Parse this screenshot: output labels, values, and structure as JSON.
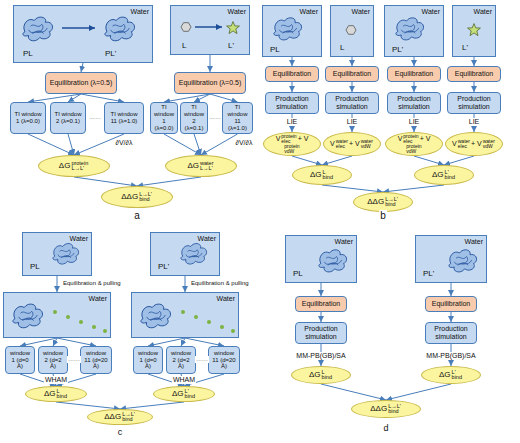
{
  "diagram": {
    "nodes": [
      {
        "text": [
          "Water",
          "PL",
          "PL'"
        ]
      },
      {
        "text": [
          "Water",
          "L",
          "L'"
        ]
      },
      {
        "text": [
          "Equilibration (λ=0.5)"
        ]
      },
      {
        "text": [
          "Equilibration (λ=0.5)"
        ]
      },
      {
        "text": [
          "TI window 1 (λ=0.0)"
        ]
      },
      {
        "text": [
          "TI window 2 (λ=0.1)"
        ]
      },
      {
        "text": [
          "TI window 11 (λ=1.0)"
        ]
      },
      {
        "text": [
          "TI window 1 (λ=0.0)"
        ]
      },
      {
        "text": [
          "TI window 2 (λ=0.1)"
        ]
      },
      {
        "text": [
          "TI window 11 (λ=1.0)"
        ]
      },
      {
        "text": [
          "ΔG",
          "protein",
          "L→L'"
        ]
      },
      {
        "text": [
          "ΔG",
          "water",
          "L→L'"
        ]
      },
      {
        "text": [
          "ΔΔG",
          "L→L'",
          "bind"
        ]
      },
      {
        "text": [
          "Water",
          "PL"
        ]
      },
      {
        "text": [
          "Water",
          "L"
        ]
      },
      {
        "text": [
          "Water",
          "PL'"
        ]
      },
      {
        "text": [
          "Water",
          "L'"
        ]
      },
      {
        "text": [
          "Equilibration"
        ]
      },
      {
        "text": [
          "Equilibration"
        ]
      },
      {
        "text": [
          "Equilibration"
        ]
      },
      {
        "text": [
          "Equilibration"
        ]
      },
      {
        "text": [
          "Production simulation"
        ]
      },
      {
        "text": [
          "Production simulation"
        ]
      },
      {
        "text": [
          "Production simulation"
        ]
      },
      {
        "text": [
          "Production simulation"
        ]
      },
      {
        "text": [
          "V",
          "protein",
          "elec",
          "+ V",
          "protein",
          "vdW"
        ]
      },
      {
        "text": [
          "V",
          "water",
          "elec",
          "+ V",
          "water",
          "vdW"
        ]
      },
      {
        "text": [
          "V",
          "protein",
          "elec",
          "+ V",
          "protein",
          "vdW"
        ]
      },
      {
        "text": [
          "V",
          "water",
          "elec",
          "+ V",
          "water",
          "vdW"
        ]
      },
      {
        "text": [
          "ΔG",
          "L",
          "bind"
        ]
      },
      {
        "text": [
          "ΔG",
          "L'",
          "bind"
        ]
      },
      {
        "text": [
          "ΔΔG",
          "L→L'",
          "bind"
        ]
      },
      {
        "text": [
          "Water",
          "PL"
        ]
      },
      {
        "text": [
          "Water",
          "PL'"
        ]
      },
      {
        "text": [
          "Water"
        ]
      },
      {
        "text": [
          "Water"
        ]
      },
      {
        "text": [
          "window 1 (d=0 Å)"
        ]
      },
      {
        "text": [
          "window 2 (d=2 Å)"
        ]
      },
      {
        "text": [
          "window 11 (d=20 Å)"
        ]
      },
      {
        "text": [
          "window 1 (d=0 Å)"
        ]
      },
      {
        "text": [
          "window 2 (d=2 Å)"
        ]
      },
      {
        "text": [
          "window 11 (d=20 Å)"
        ]
      },
      {
        "text": [
          "ΔG",
          "L",
          "bind"
        ]
      },
      {
        "text": [
          "ΔG",
          "L'",
          "bind"
        ]
      },
      {
        "text": [
          "ΔΔG",
          "L→L'",
          "bind"
        ]
      },
      {
        "text": [
          "Water",
          "PL"
        ]
      },
      {
        "text": [
          "Water",
          "PL'"
        ]
      },
      {
        "text": [
          "Equilibration"
        ]
      },
      {
        "text": [
          "Equilibration"
        ]
      },
      {
        "text": [
          "Production simulation"
        ]
      },
      {
        "text": [
          "Production simulation"
        ]
      },
      {
        "text": [
          "ΔG",
          "L",
          "bind"
        ]
      },
      {
        "text": [
          "ΔG",
          "L'",
          "bind"
        ]
      },
      {
        "text": [
          "ΔΔG",
          "L→L'",
          "bind"
        ]
      }
    ],
    "edges": [
      {
        "from": 0,
        "to": 2,
        "arrow": "to"
      },
      {
        "from": 1,
        "to": 3,
        "arrow": "to"
      },
      {
        "from": 2,
        "to": 4,
        "arrow": "to"
      },
      {
        "from": 2,
        "to": 5,
        "arrow": "to"
      },
      {
        "from": 2,
        "to": 6,
        "arrow": "to"
      },
      {
        "from": 3,
        "to": 7,
        "arrow": "to"
      },
      {
        "from": 3,
        "to": 8,
        "arrow": "to"
      },
      {
        "from": 3,
        "to": 9,
        "arrow": "to"
      },
      {
        "from": 4,
        "to": 10,
        "arrow": "to"
      },
      {
        "from": 5,
        "to": 10,
        "arrow": "to"
      },
      {
        "from": 6,
        "to": 10,
        "arrow": "to"
      },
      {
        "from": 7,
        "to": 11,
        "arrow": "to"
      },
      {
        "from": 8,
        "to": 11,
        "arrow": "to"
      },
      {
        "from": 9,
        "to": 11,
        "arrow": "to"
      },
      {
        "from": 10,
        "to": 12,
        "arrow": "to"
      },
      {
        "from": 11,
        "to": 12,
        "arrow": "to"
      },
      {
        "from": 13,
        "to": 17,
        "arrow": "to"
      },
      {
        "from": 14,
        "to": 18,
        "arrow": "to"
      },
      {
        "from": 15,
        "to": 19,
        "arrow": "to"
      },
      {
        "from": 16,
        "to": 20,
        "arrow": "to"
      },
      {
        "from": 17,
        "to": 21,
        "arrow": "to"
      },
      {
        "from": 18,
        "to": 22,
        "arrow": "to"
      },
      {
        "from": 19,
        "to": 23,
        "arrow": "to"
      },
      {
        "from": 20,
        "to": 24,
        "arrow": "to"
      },
      {
        "from": 21,
        "to": 25,
        "arrow": "to"
      },
      {
        "from": 22,
        "to": 26,
        "arrow": "to"
      },
      {
        "from": 23,
        "to": 27,
        "arrow": "to"
      },
      {
        "from": 24,
        "to": 28,
        "arrow": "to"
      },
      {
        "from": 25,
        "to": 29,
        "arrow": "to"
      },
      {
        "from": 26,
        "to": 29,
        "arrow": "to"
      },
      {
        "from": 27,
        "to": 30,
        "arrow": "to"
      },
      {
        "from": 28,
        "to": 30,
        "arrow": "to"
      },
      {
        "from": 29,
        "to": 31,
        "arrow": "to"
      },
      {
        "from": 30,
        "to": 31,
        "arrow": "to"
      },
      {
        "from": 32,
        "to": 34,
        "label": "Equilibration & pulling",
        "arrow": "to"
      },
      {
        "from": 33,
        "to": 35,
        "label": "Equilibration & pulling",
        "arrow": "to"
      },
      {
        "from": 34,
        "to": 36,
        "arrow": "to"
      },
      {
        "from": 34,
        "to": 37,
        "arrow": "to"
      },
      {
        "from": 34,
        "to": 38,
        "arrow": "to"
      },
      {
        "from": 35,
        "to": 39,
        "arrow": "to"
      },
      {
        "from": 35,
        "to": 40,
        "arrow": "to"
      },
      {
        "from": 35,
        "to": 41,
        "arrow": "to"
      },
      {
        "from": 36,
        "to": 42,
        "arrow": "to"
      },
      {
        "from": 37,
        "to": 42,
        "arrow": "to"
      },
      {
        "from": 38,
        "to": 42,
        "arrow": "to"
      },
      {
        "from": 39,
        "to": 43,
        "arrow": "to"
      },
      {
        "from": 40,
        "to": 43,
        "arrow": "to"
      },
      {
        "from": 41,
        "to": 43,
        "arrow": "to"
      },
      {
        "from": 42,
        "to": 44,
        "arrow": "to"
      },
      {
        "from": 43,
        "to": 44,
        "arrow": "to"
      },
      {
        "from": 45,
        "to": 47,
        "arrow": "to"
      },
      {
        "from": 46,
        "to": 48,
        "arrow": "to"
      },
      {
        "from": 47,
        "to": 49,
        "arrow": "to"
      },
      {
        "from": 48,
        "to": 50,
        "arrow": "to"
      },
      {
        "from": 49,
        "to": 51,
        "arrow": "to"
      },
      {
        "from": 50,
        "to": 52,
        "arrow": "to"
      },
      {
        "from": 51,
        "to": 53,
        "arrow": "to"
      },
      {
        "from": 52,
        "to": 53,
        "arrow": "to"
      }
    ],
    "labels": [
      "……",
      "……",
      "∂V/∂λ",
      "∂V/∂λ",
      "a",
      "LIE",
      "LIE",
      "LIE",
      "LIE",
      "b",
      "……",
      "……",
      "WHAM",
      "WHAM",
      "c",
      "MM-PB(GB)/SA",
      "MM-PB(GB)/SA",
      "d"
    ]
  }
}
